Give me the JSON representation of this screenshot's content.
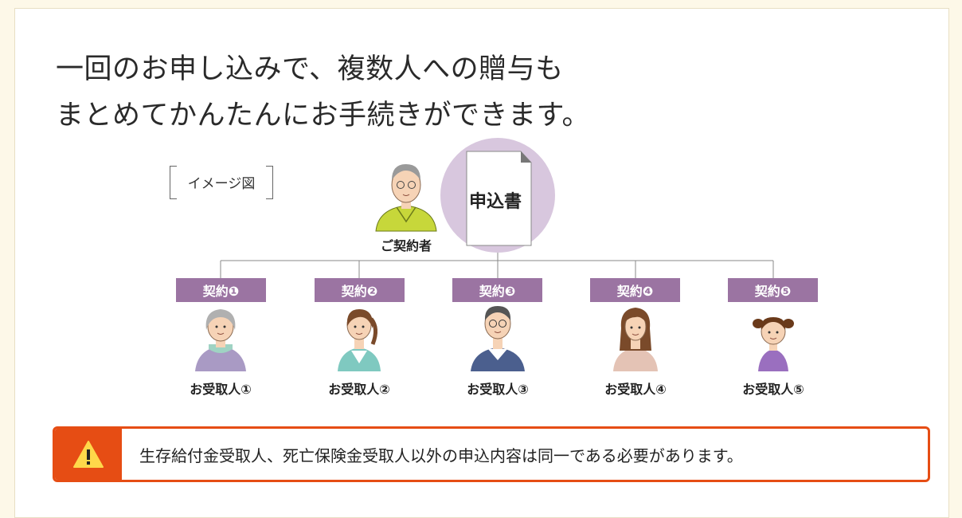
{
  "heading": {
    "line1": "一回のお申し込みで、複数人への贈与も",
    "line2": "まとめてかんたんにお手続きができます。"
  },
  "image_label": "イメージ図",
  "document_label": "申込書",
  "contractor_label": "ご契約者",
  "contracts": [
    "契約❶",
    "契約❷",
    "契約❸",
    "契約❹",
    "契約❺"
  ],
  "recipients": [
    "お受取人①",
    "お受取人②",
    "お受取人③",
    "お受取人④",
    "お受取人⑤"
  ],
  "notice": {
    "icon": "warning-icon",
    "text": "生存給付金受取人、死亡保険金受取人以外の申込内容は同一である必要があります。"
  },
  "colors": {
    "accent_purple": "#9b74a2",
    "circle_purple": "#d8c7de",
    "notice_orange": "#e64d14",
    "warning_yellow": "#ffd84a"
  }
}
